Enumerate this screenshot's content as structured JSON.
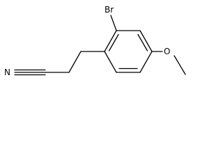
{
  "labels": {
    "bromine": "Br",
    "oxygen": "O",
    "nitrogen": "N"
  },
  "colors": {
    "ink": "#000000",
    "background": "#ffffff"
  }
}
